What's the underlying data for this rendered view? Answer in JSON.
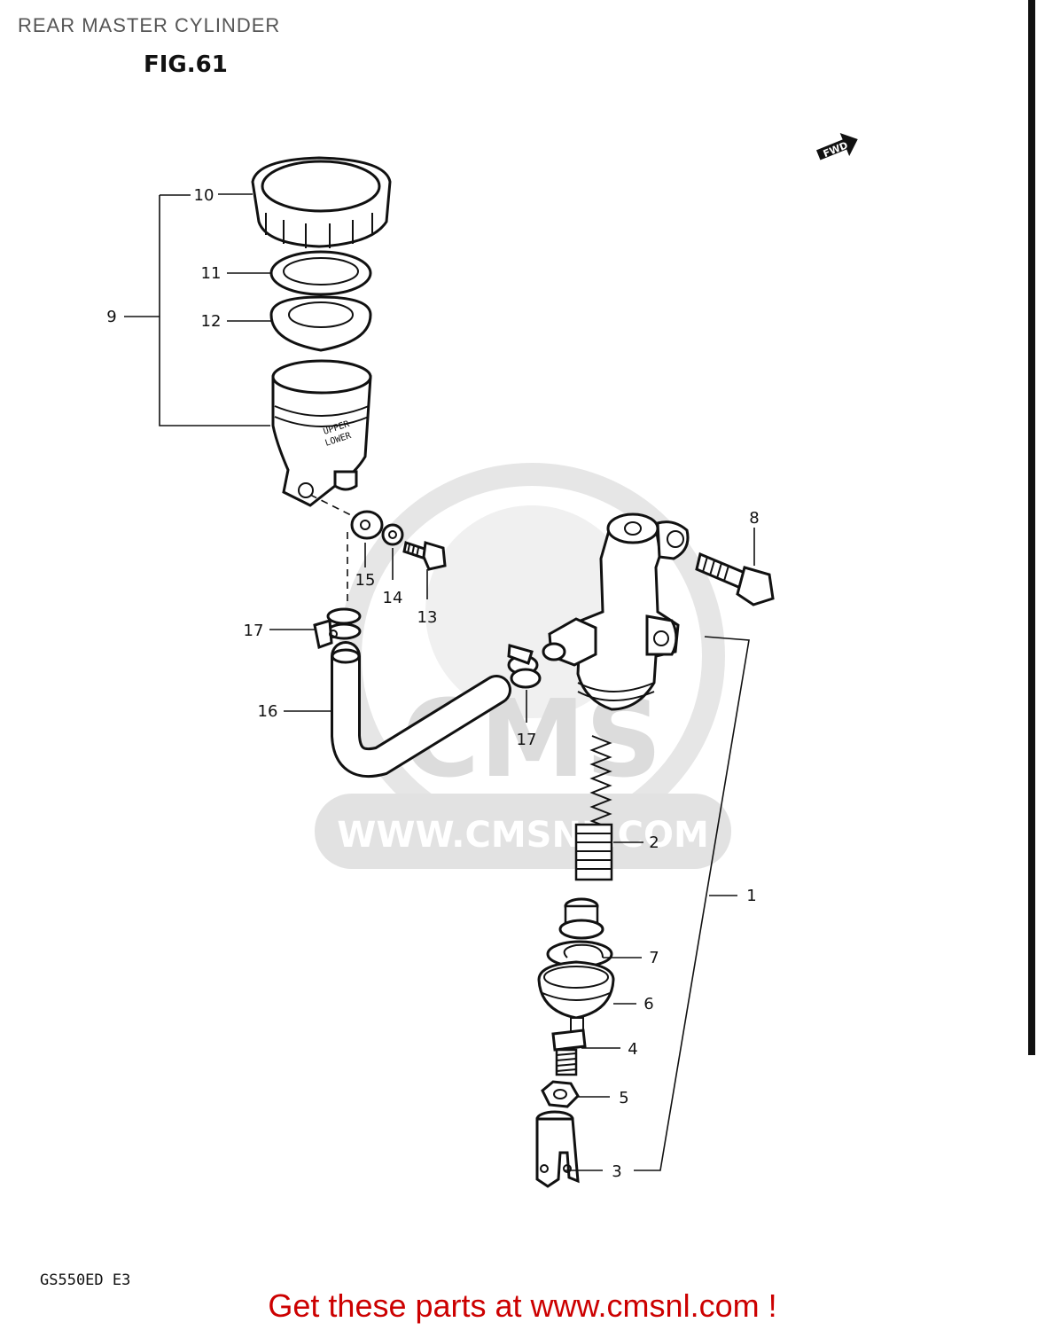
{
  "header": {
    "title": "REAR MASTER CYLINDER",
    "figure": "FIG.61"
  },
  "watermark": {
    "logo": "CMS",
    "url": "WWW.CMSNL.COM"
  },
  "direction_badge": "FWD",
  "callouts": {
    "c1": "1",
    "c2": "2",
    "c3": "3",
    "c4": "4",
    "c5": "5",
    "c6": "6",
    "c7": "7",
    "c8": "8",
    "c9": "9",
    "c10": "10",
    "c11": "11",
    "c12": "12",
    "c13": "13",
    "c14": "14",
    "c15": "15",
    "c16": "16",
    "c17a": "17",
    "c17b": "17"
  },
  "footer": {
    "model": "GS550ED  E3",
    "cta": "Get these parts at www.cmsnl.com !"
  }
}
